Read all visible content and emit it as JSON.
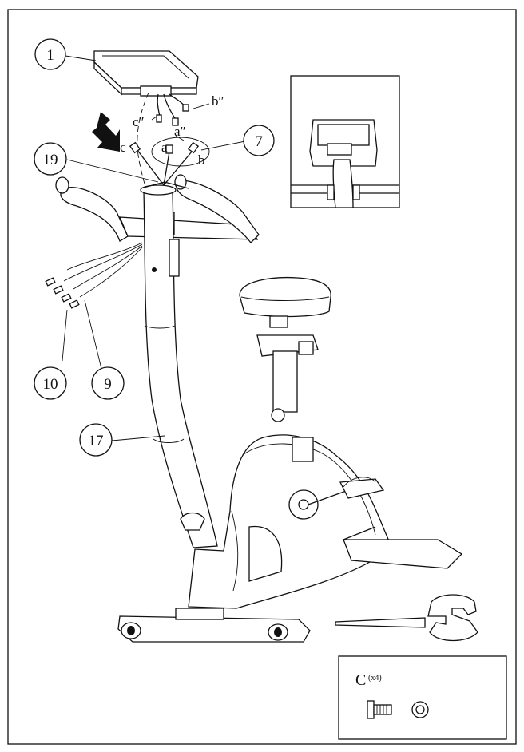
{
  "callouts": {
    "c1": "1",
    "c7": "7",
    "c19": "19",
    "c10": "10",
    "c9": "9",
    "c17": "17"
  },
  "wire_labels": {
    "b2": "b″",
    "c2": "c″",
    "a2": "a″",
    "c": "c",
    "a": "a",
    "b": "b"
  },
  "hardware": {
    "code": "C",
    "qty": "(x4)"
  },
  "icons": {
    "arrow": "down-arrow-icon",
    "screw": "screw-icon",
    "washer": "washer-icon",
    "wrench": "wrench-icon"
  }
}
